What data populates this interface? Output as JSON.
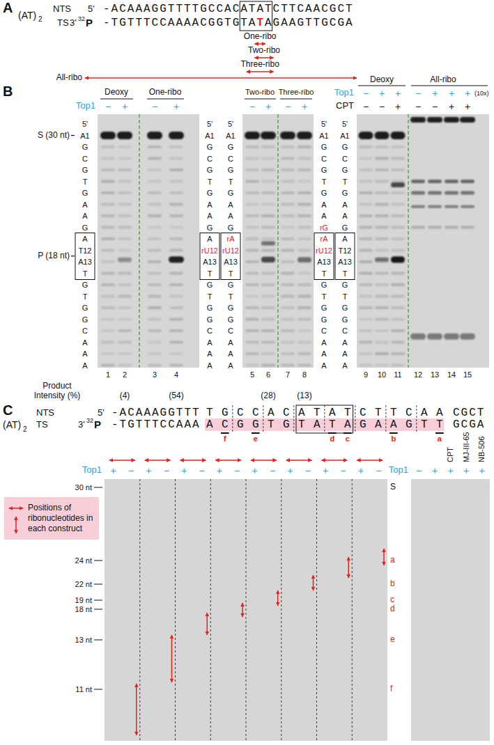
{
  "diagram": {
    "nodes": [
      {
        "text": [
          "Positions of ribonucleotides in each construct"
        ]
      }
    ],
    "labels": [
      "A",
      "(AT)",
      "2",
      "NTS",
      "5'",
      "-ACAAAGGTTTTGCCAC",
      "ATAT",
      "CTTCAACGCT",
      "TS",
      "3'",
      "32",
      "P",
      "-TGTTTCCAAAACGGTG",
      "TA",
      "T",
      "A",
      "GAAGTTGCGA",
      "One-ribo",
      "Two-ribo",
      "Three-ribo",
      "All-ribo",
      "B",
      "Deoxy",
      "One-ribo",
      "Top1",
      "−",
      "+",
      "−",
      "+",
      "5'",
      "A1",
      "G",
      "C",
      "G",
      "T",
      "G",
      "A",
      "A",
      "G",
      "A",
      "T12",
      "A13",
      "T",
      "G",
      "T",
      "G",
      "G",
      "C",
      "A",
      "A",
      "A",
      "S (30 nt)",
      "P (18 nt)",
      "5'",
      "A1",
      "G",
      "C",
      "G",
      "T",
      "G",
      "A",
      "A",
      "G",
      "A",
      "rU12",
      "A13",
      "T",
      "G",
      "T",
      "G",
      "G",
      "C",
      "A",
      "A",
      "A",
      "1",
      "2",
      "3",
      "4",
      "Product Intensity (%)",
      "(4)",
      "(54)",
      "Two-ribo",
      "Three-ribo",
      "−",
      "+",
      "−",
      "+",
      "5'",
      "A1",
      "G",
      "C",
      "G",
      "T",
      "G",
      "A",
      "A",
      "G",
      "rA",
      "rU12",
      "A13",
      "T",
      "G",
      "T",
      "G",
      "G",
      "C",
      "A",
      "A",
      "A",
      "5'",
      "A1",
      "G",
      "C",
      "G",
      "T",
      "G",
      "A",
      "A",
      "rG",
      "rA",
      "rU12",
      "A13",
      "T",
      "G",
      "T",
      "G",
      "G",
      "C",
      "A",
      "A",
      "A",
      "5",
      "6",
      "7",
      "8",
      "(28)",
      "(13)",
      "Deoxy",
      "All-ribo",
      "Top1",
      "−",
      "+",
      "+",
      "−",
      "+",
      "+",
      "+",
      "(10x)",
      "CPT",
      "−",
      "−",
      "+",
      "−",
      "−",
      "+",
      "+",
      "5'",
      "A1",
      "G",
      "C",
      "G",
      "T",
      "G",
      "A",
      "A",
      "G",
      "A",
      "T12",
      "A13",
      "T",
      "G",
      "T",
      "G",
      "G",
      "C",
      "A",
      "A",
      "A",
      "9",
      "10",
      "11",
      "12",
      "13",
      "14",
      "15",
      "C",
      "(AT)",
      "2",
      "NTS",
      "5'",
      "-ACAAAGGTTT",
      "TGCCACATATCTTCAA",
      "CGCT",
      "TS",
      "3'",
      "32",
      "P",
      "-TGTTTCCAAA",
      "ACGGTGTATAGAAGTT",
      "GCGA",
      "f",
      "e",
      "d",
      "c",
      "b",
      "a",
      "Top1",
      "+",
      "−",
      "+",
      "−",
      "+",
      "−",
      "+",
      "−",
      "+",
      "−",
      "+",
      "−",
      "+",
      "−",
      "+",
      "−",
      "30 nt",
      "24 nt",
      "22 nt",
      "19 nt",
      "18 nt",
      "13 nt",
      "11 nt",
      "S",
      "a",
      "b",
      "c",
      "d",
      "e",
      "f",
      "Top1",
      "−",
      "+",
      "+",
      "+",
      "+",
      "CPT",
      "MJ-III-65",
      "NB-506"
    ]
  }
}
